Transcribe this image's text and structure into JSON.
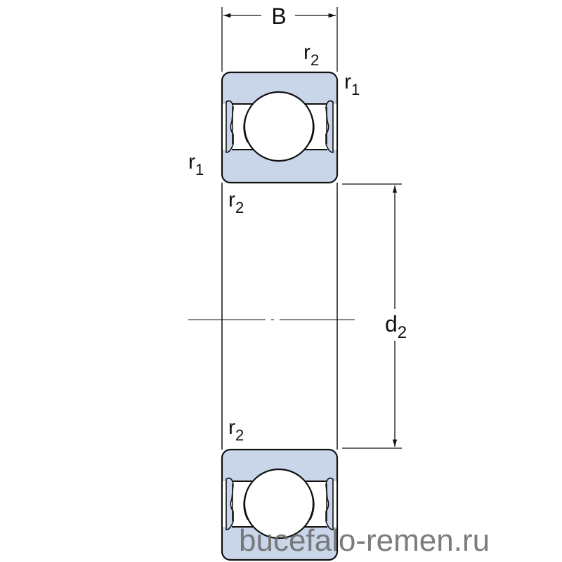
{
  "diagram": {
    "dimension_width": "B",
    "dimension_diameter": {
      "base": "d",
      "sub": "2"
    },
    "radius_labels": [
      {
        "base": "r",
        "sub": "2"
      },
      {
        "base": "r",
        "sub": "1"
      },
      {
        "base": "r",
        "sub": "1"
      },
      {
        "base": "r",
        "sub": "2"
      },
      {
        "base": "r",
        "sub": "2"
      }
    ],
    "colors": {
      "ring_fill": "#c9d6ea",
      "stroke": "#111111"
    }
  },
  "watermark": "bucefalo-remen.ru"
}
